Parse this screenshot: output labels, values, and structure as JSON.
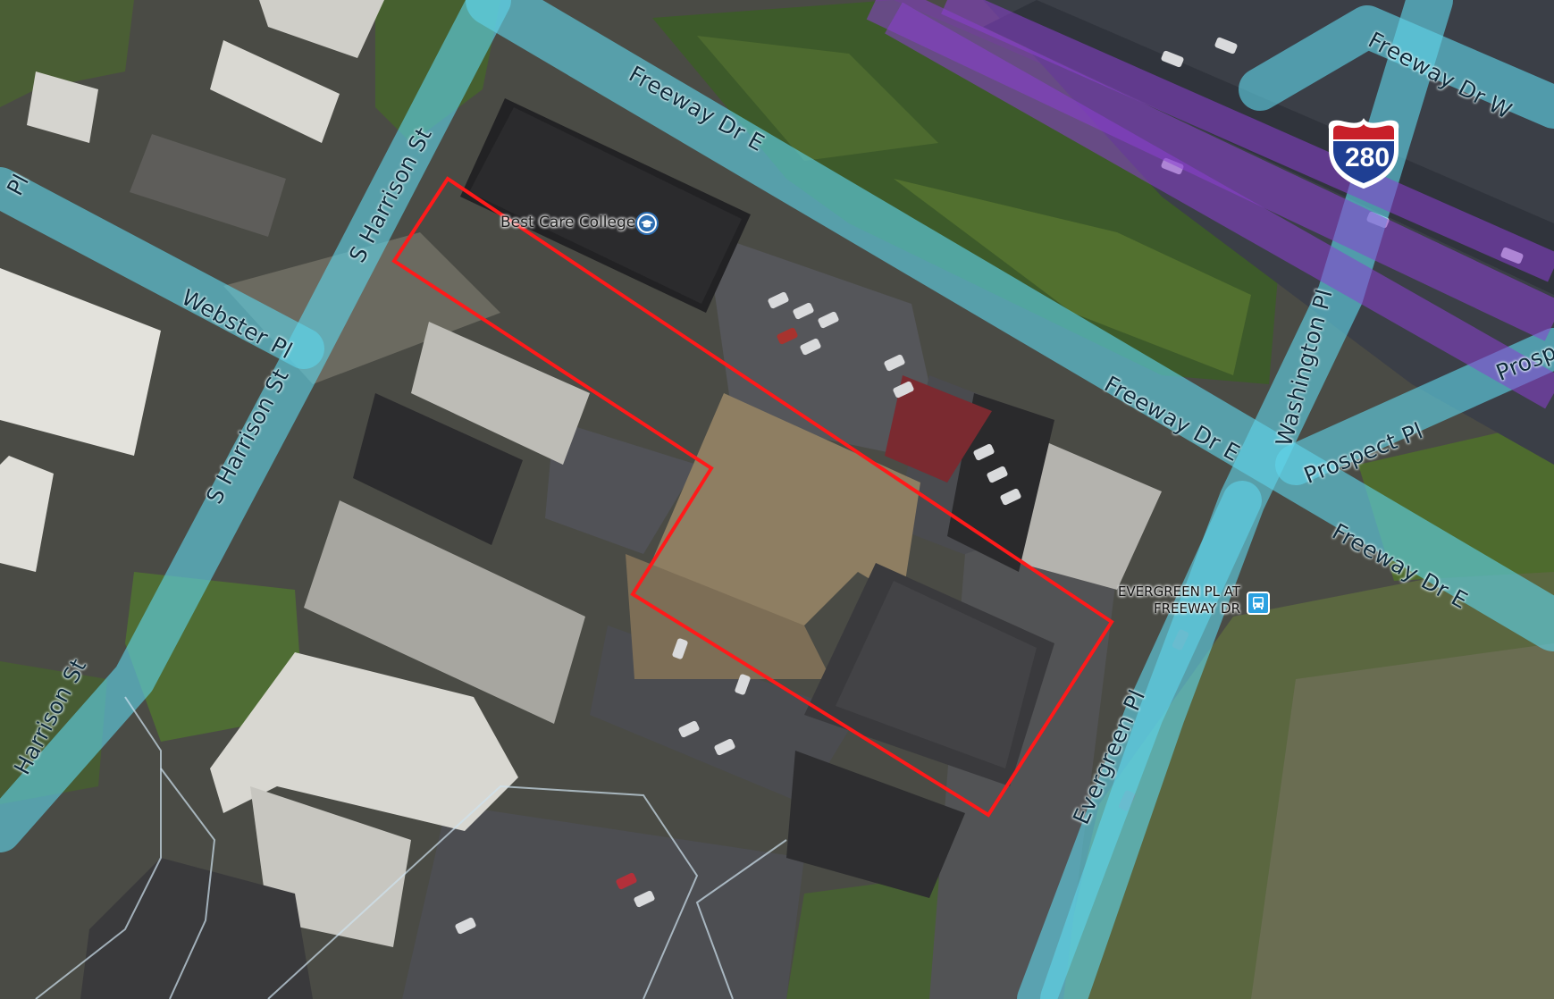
{
  "map": {
    "labels": {
      "freeway_e_top": "Freeway Dr E",
      "freeway_e_mid": "Freeway Dr E",
      "freeway_e_right": "Freeway Dr E",
      "freeway_w": "Freeway Dr W",
      "harrison_top": "S Harrison St",
      "harrison_mid": "S Harrison St",
      "harrison_bottom": "Harrison St",
      "webster": "Webster Pl",
      "washington": "Washington Pl",
      "prospect": "Prospect Pl",
      "prospect_edge": "Prosp",
      "evergreen": "Evergreen Pl",
      "left_edge": "Pl"
    },
    "shield": {
      "number": "280"
    },
    "poi": {
      "label": "Best Care College",
      "icon": "graduation-cap-icon"
    },
    "bus_stop": {
      "line1": "EVERGREEN PL AT",
      "line2": "FREEWAY DR",
      "icon": "bus-icon"
    },
    "colors": {
      "road_overlay": "#5fd4e8",
      "highway_overlay": "#8a3fd0",
      "boundary": "#ff1a1a",
      "shield_blue": "#1f3f93",
      "shield_red": "#c8202a"
    }
  }
}
